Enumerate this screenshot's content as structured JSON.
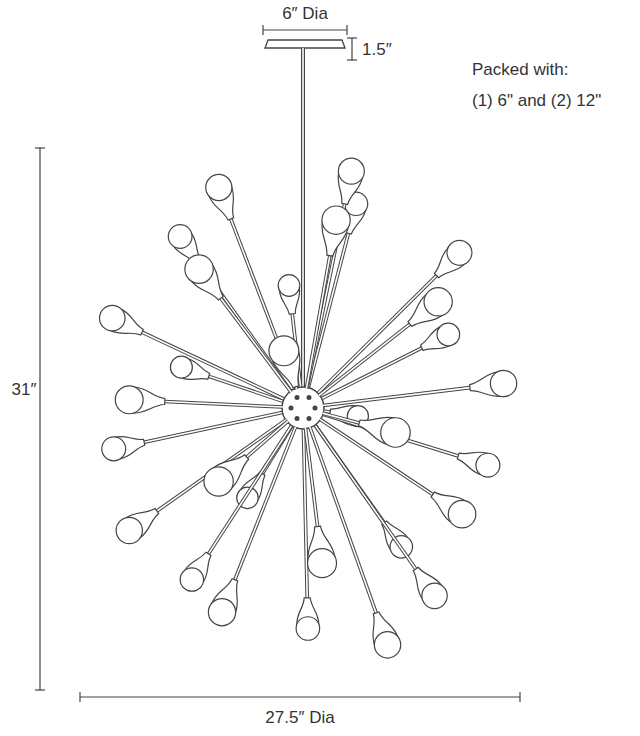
{
  "diagram": {
    "labels": [
      "6″ Dia",
      "1.5″",
      "Packed with:",
      "(1) 6\" and (2) 12\"",
      "31″",
      "27.5″ Dia"
    ]
  }
}
